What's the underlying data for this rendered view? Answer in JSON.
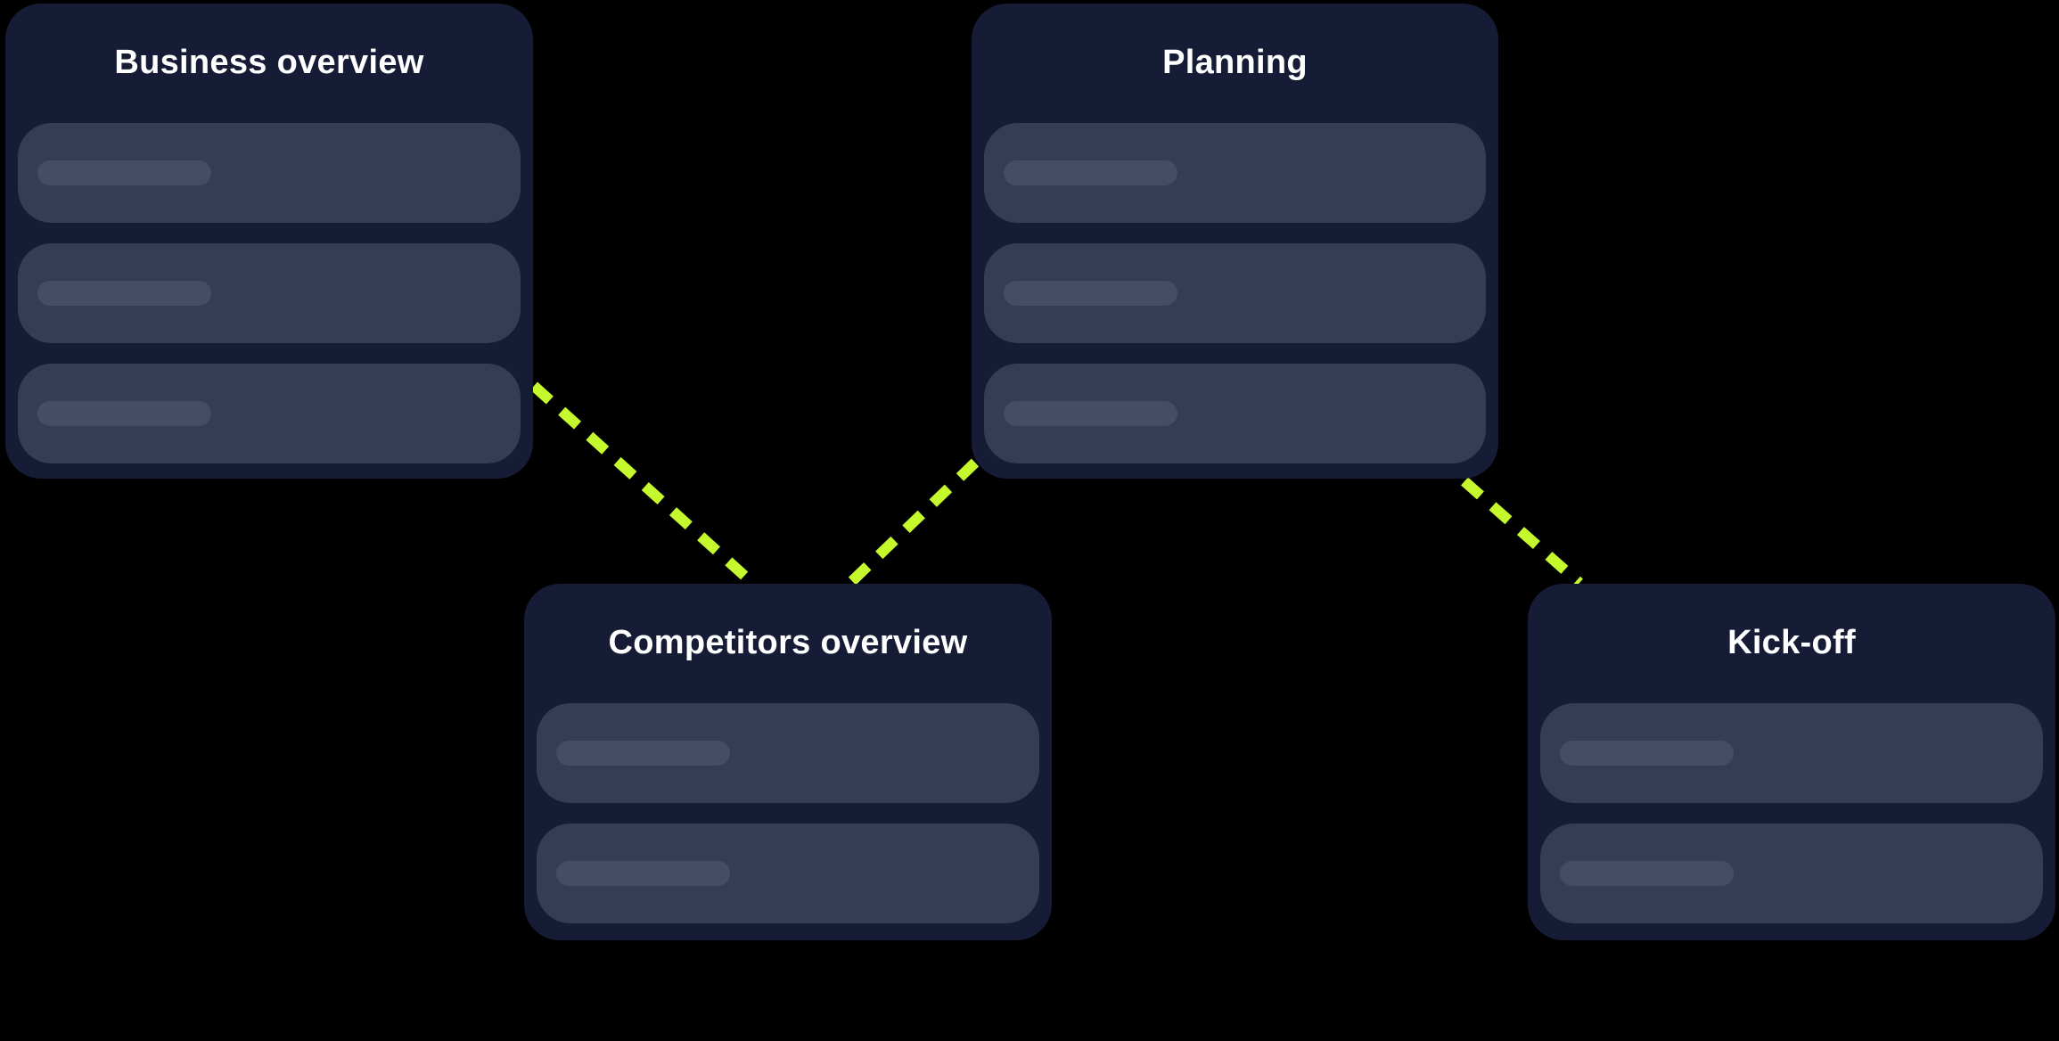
{
  "diagram": {
    "type": "flowchart",
    "description": "Project workflow diagram with four skeleton cards linked by dashed connectors",
    "nodes": [
      {
        "id": "business-overview",
        "title": "Business overview",
        "placeholder_rows": 3
      },
      {
        "id": "planning",
        "title": "Planning",
        "placeholder_rows": 3
      },
      {
        "id": "competitors-overview",
        "title": "Competitors overview",
        "placeholder_rows": 2
      },
      {
        "id": "kick-off",
        "title": "Kick-off",
        "placeholder_rows": 2
      }
    ],
    "connections": [
      {
        "from": "business-overview",
        "to": "competitors-overview",
        "style": "dashed"
      },
      {
        "from": "competitors-overview",
        "to": "planning",
        "style": "dashed"
      },
      {
        "from": "planning",
        "to": "kick-off",
        "style": "dashed"
      }
    ],
    "colors": {
      "page_background": "#000000",
      "card_background": "#161c36",
      "row_background": "#363c55",
      "bar_background": "#454c64",
      "title_text": "#ffffff",
      "connector": "#c5f82d"
    }
  }
}
